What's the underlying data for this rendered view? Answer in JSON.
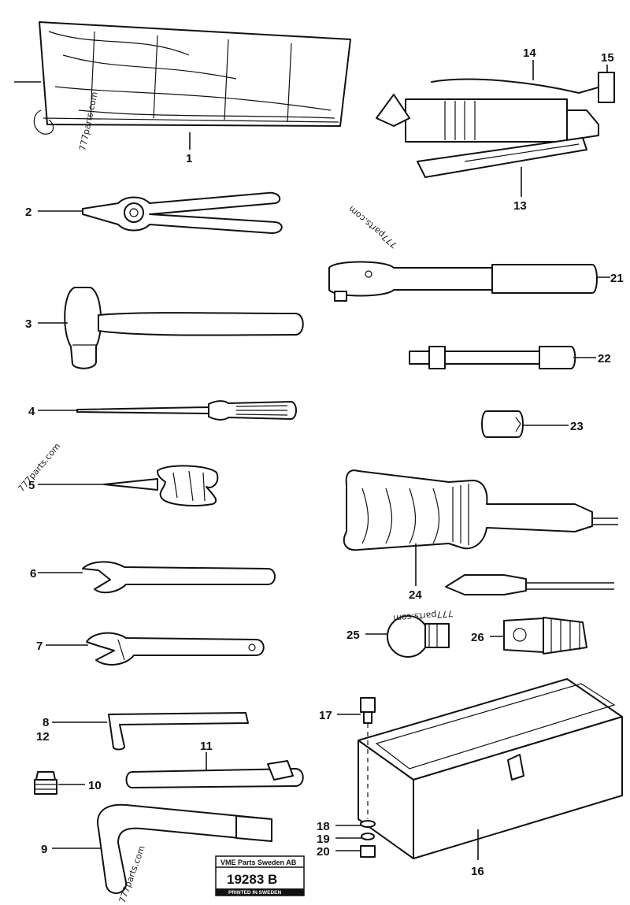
{
  "callouts": [
    "1",
    "2",
    "3",
    "4",
    "5",
    "6",
    "7",
    "8",
    "12",
    "11",
    "10",
    "9",
    "14",
    "15",
    "13",
    "21",
    "22",
    "23",
    "24",
    "25",
    "26",
    "17",
    "18",
    "19",
    "20",
    "16"
  ],
  "watermark": "777parts.com",
  "title_block": {
    "company": "VME Parts Sweden AB",
    "drawing_number": "19283 B",
    "printed": "PRINTED IN SWEDEN"
  }
}
